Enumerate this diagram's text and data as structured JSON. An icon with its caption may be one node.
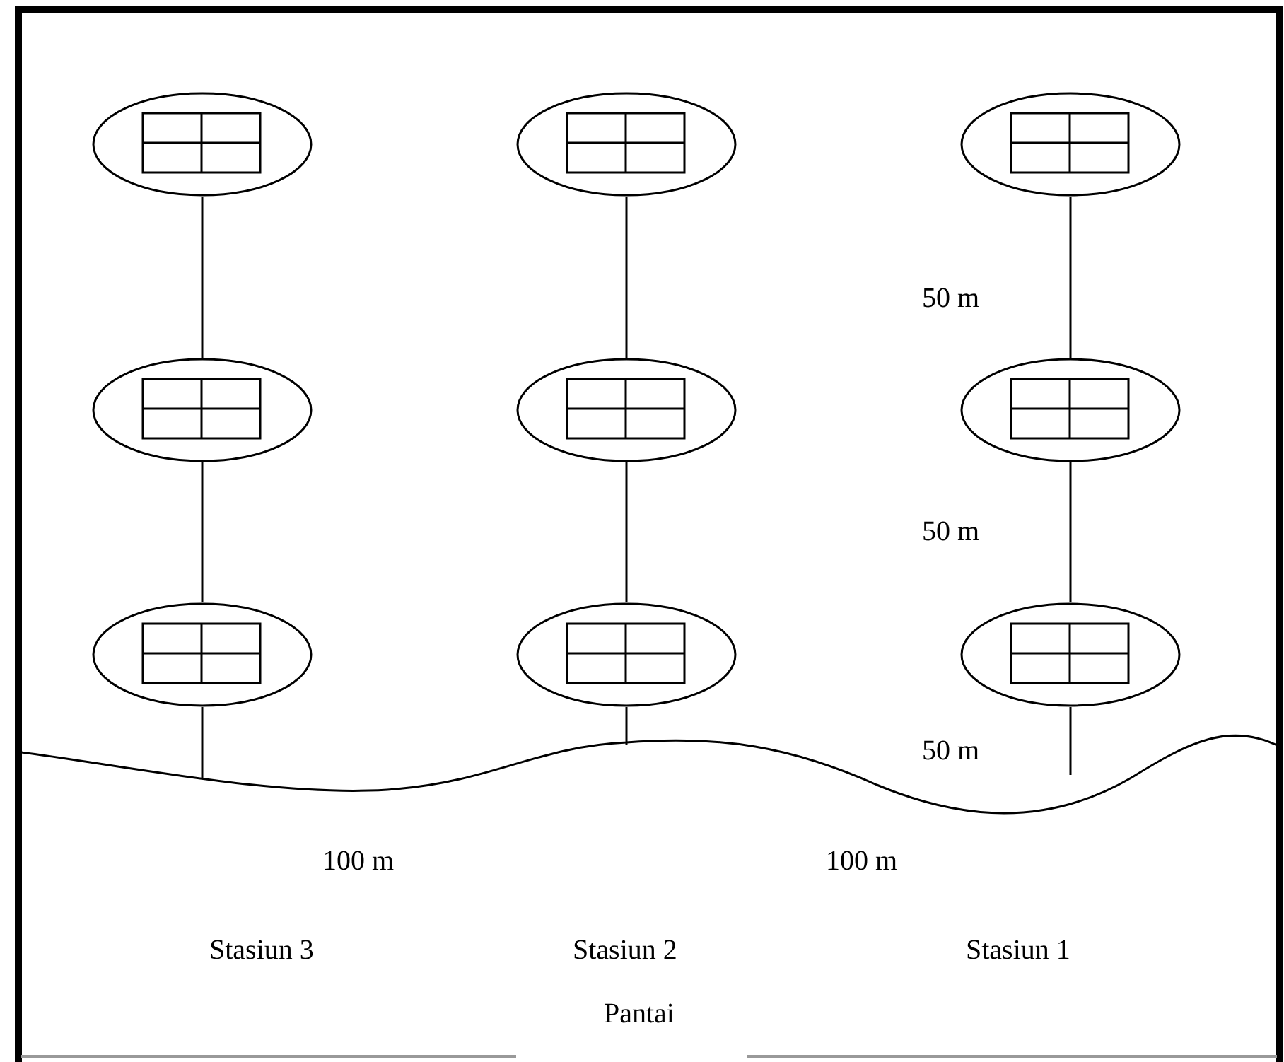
{
  "diagram": {
    "nodes": [
      {
        "text": [],
        "shape": "ellipse"
      },
      {
        "text": [],
        "shape": "ellipse"
      },
      {
        "text": [],
        "shape": "ellipse"
      },
      {
        "text": [],
        "shape": "ellipse"
      },
      {
        "text": [],
        "shape": "ellipse"
      },
      {
        "text": [],
        "shape": "ellipse"
      },
      {
        "text": [],
        "shape": "ellipse"
      },
      {
        "text": [],
        "shape": "ellipse"
      },
      {
        "text": [],
        "shape": "ellipse"
      }
    ],
    "edges": [
      {
        "from": 0,
        "to": 3,
        "arrow": "none"
      },
      {
        "from": 3,
        "to": 6,
        "arrow": "none"
      },
      {
        "from": 6,
        "to": null,
        "arrow": "none"
      },
      {
        "from": 1,
        "to": 4,
        "arrow": "none"
      },
      {
        "from": 4,
        "to": 7,
        "arrow": "none"
      },
      {
        "from": 7,
        "to": null,
        "arrow": "none"
      },
      {
        "from": 2,
        "to": 5,
        "arrow": "none"
      },
      {
        "from": 5,
        "to": 8,
        "arrow": "none"
      },
      {
        "from": 8,
        "to": null,
        "arrow": "none"
      }
    ],
    "labels": [
      "50 m",
      "50 m",
      "50 m",
      "100 m",
      "100 m",
      "Stasiun 3",
      "Stasiun 2",
      "Stasiun 1",
      "Pantai"
    ]
  }
}
